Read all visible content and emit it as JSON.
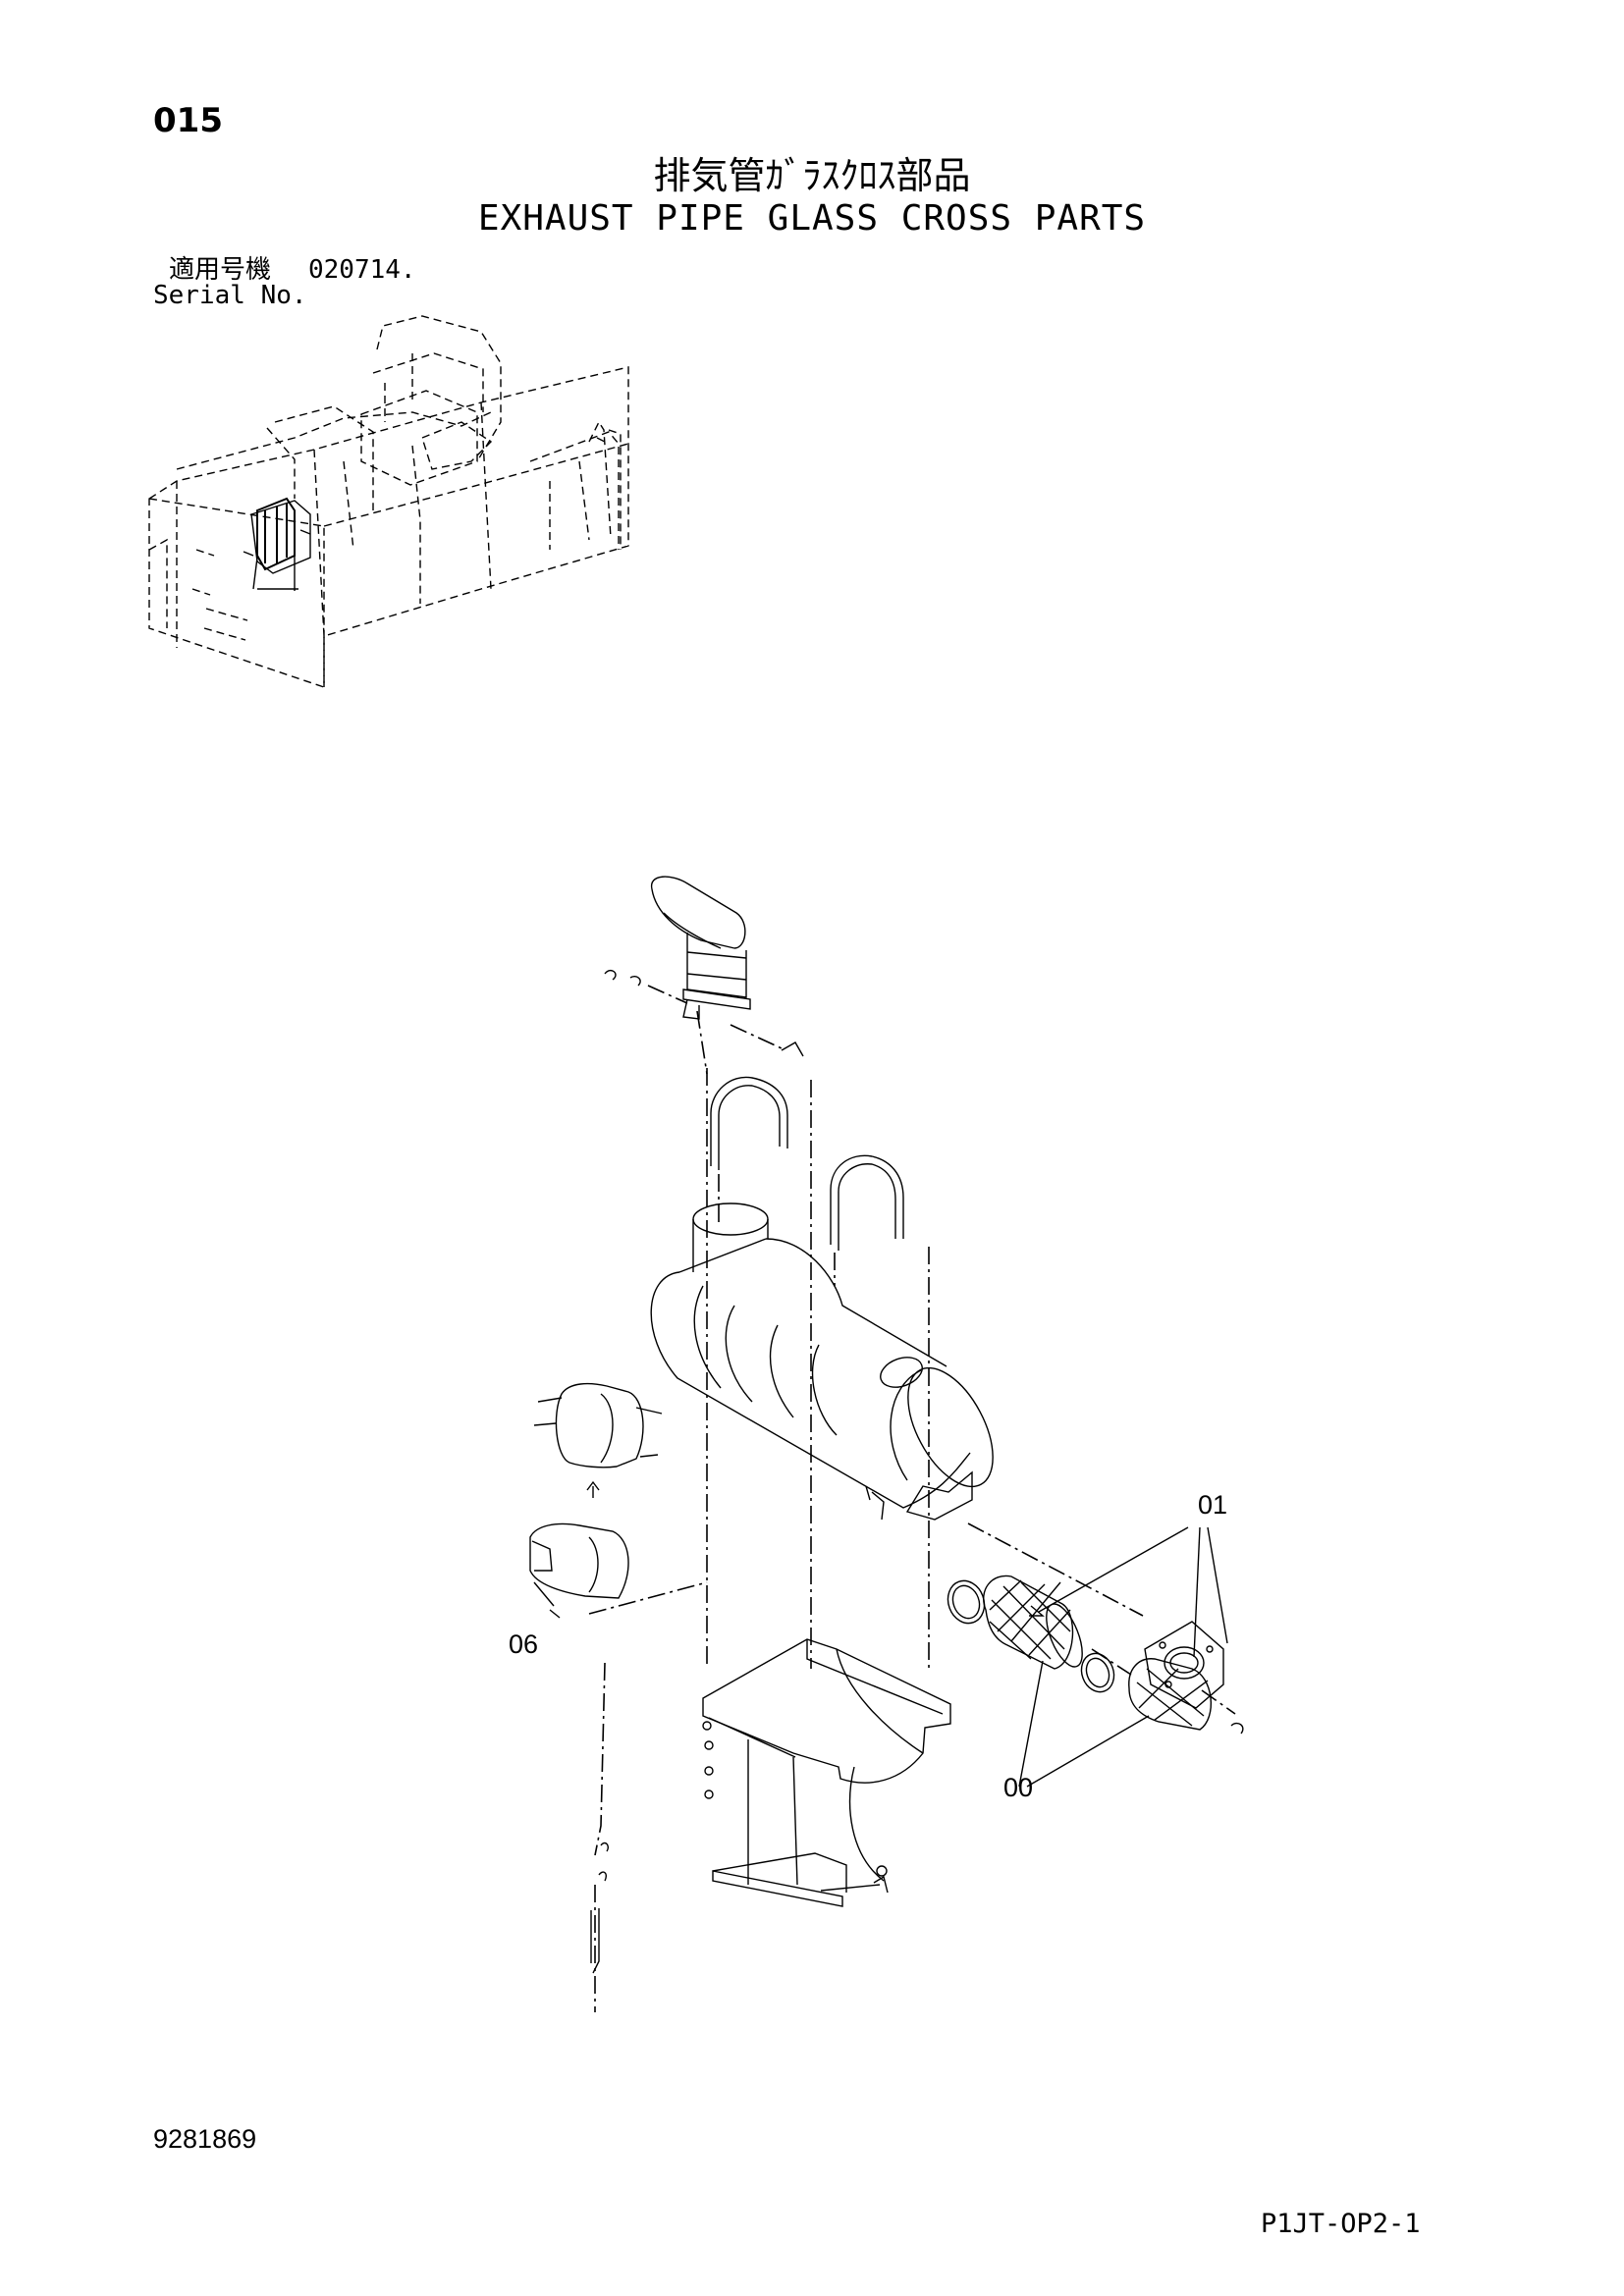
{
  "header": {
    "page_number": "015",
    "title_ja": "排気管ｶﾞﾗｽｸﾛｽ部品",
    "title_en": "EXHAUST PIPE GLASS CROSS PARTS",
    "serial_label_ja": "適用号機",
    "serial_value": "020714.",
    "serial_label_en": "Serial No."
  },
  "callouts": [
    {
      "label": "01"
    },
    {
      "label": "06"
    },
    {
      "label": "00"
    }
  ],
  "footer": {
    "drawing_number": "9281869",
    "sheet_code": "P1JT-OP2-1"
  }
}
